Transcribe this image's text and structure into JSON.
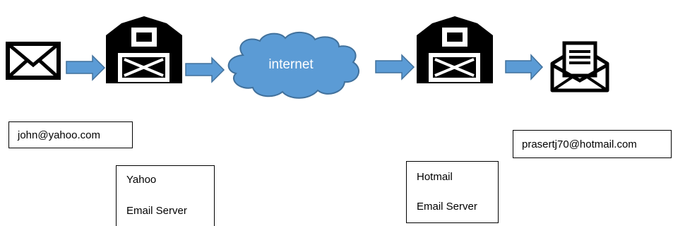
{
  "cloud": {
    "label": "internet"
  },
  "sender": {
    "address": "john@yahoo.com"
  },
  "recipient": {
    "address": "prasertj70@hotmail.com"
  },
  "sender_server": {
    "name": "Yahoo",
    "type": "Email Server"
  },
  "recipient_server": {
    "name": "Hotmail",
    "type": "Email Server"
  },
  "colors": {
    "arrow_fill": "#5b9bd5",
    "arrow_stroke": "#41719c",
    "cloud_fill": "#5b9bd5",
    "cloud_stroke": "#41719c",
    "icon": "#000000"
  },
  "icons": [
    "envelope-icon",
    "barn-icon",
    "cloud-icon",
    "barn-icon",
    "open-envelope-icon"
  ]
}
